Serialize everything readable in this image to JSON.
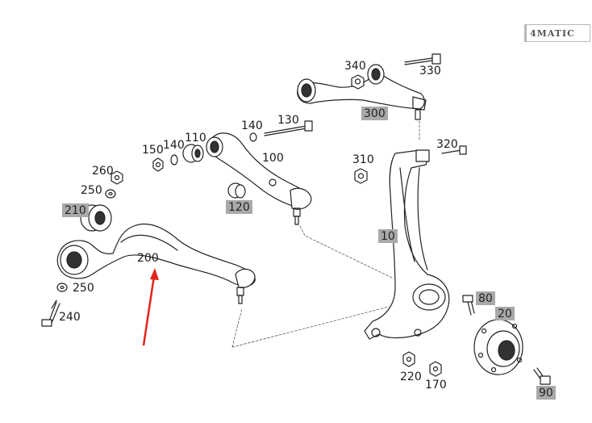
{
  "badge": {
    "text": "4MATIC"
  },
  "labels": [
    {
      "key": "l340",
      "text": "340",
      "hl": false
    },
    {
      "key": "l330",
      "text": "330",
      "hl": false
    },
    {
      "key": "l300",
      "text": "300",
      "hl": true
    },
    {
      "key": "l140a",
      "text": "140",
      "hl": false
    },
    {
      "key": "l130",
      "text": "130",
      "hl": false
    },
    {
      "key": "l110",
      "text": "110",
      "hl": false
    },
    {
      "key": "l150",
      "text": "150",
      "hl": false
    },
    {
      "key": "l140b",
      "text": "140",
      "hl": false
    },
    {
      "key": "l100",
      "text": "100",
      "hl": false
    },
    {
      "key": "l320",
      "text": "320",
      "hl": false
    },
    {
      "key": "l310",
      "text": "310",
      "hl": false
    },
    {
      "key": "l260",
      "text": "260",
      "hl": false
    },
    {
      "key": "l250a",
      "text": "250",
      "hl": false
    },
    {
      "key": "l120",
      "text": "120",
      "hl": true
    },
    {
      "key": "l210",
      "text": "210",
      "hl": true
    },
    {
      "key": "l10",
      "text": "10",
      "hl": true
    },
    {
      "key": "l200",
      "text": "200",
      "hl": false
    },
    {
      "key": "l250b",
      "text": "250",
      "hl": false
    },
    {
      "key": "l240",
      "text": "240",
      "hl": false
    },
    {
      "key": "l80",
      "text": "80",
      "hl": true
    },
    {
      "key": "l20",
      "text": "20",
      "hl": true
    },
    {
      "key": "l220",
      "text": "220",
      "hl": false
    },
    {
      "key": "l170",
      "text": "170",
      "hl": false
    },
    {
      "key": "l90",
      "text": "90",
      "hl": true
    }
  ],
  "colors": {
    "line": "#222222",
    "arrow": "#e2231a",
    "highlight": "#a9a9a9"
  }
}
